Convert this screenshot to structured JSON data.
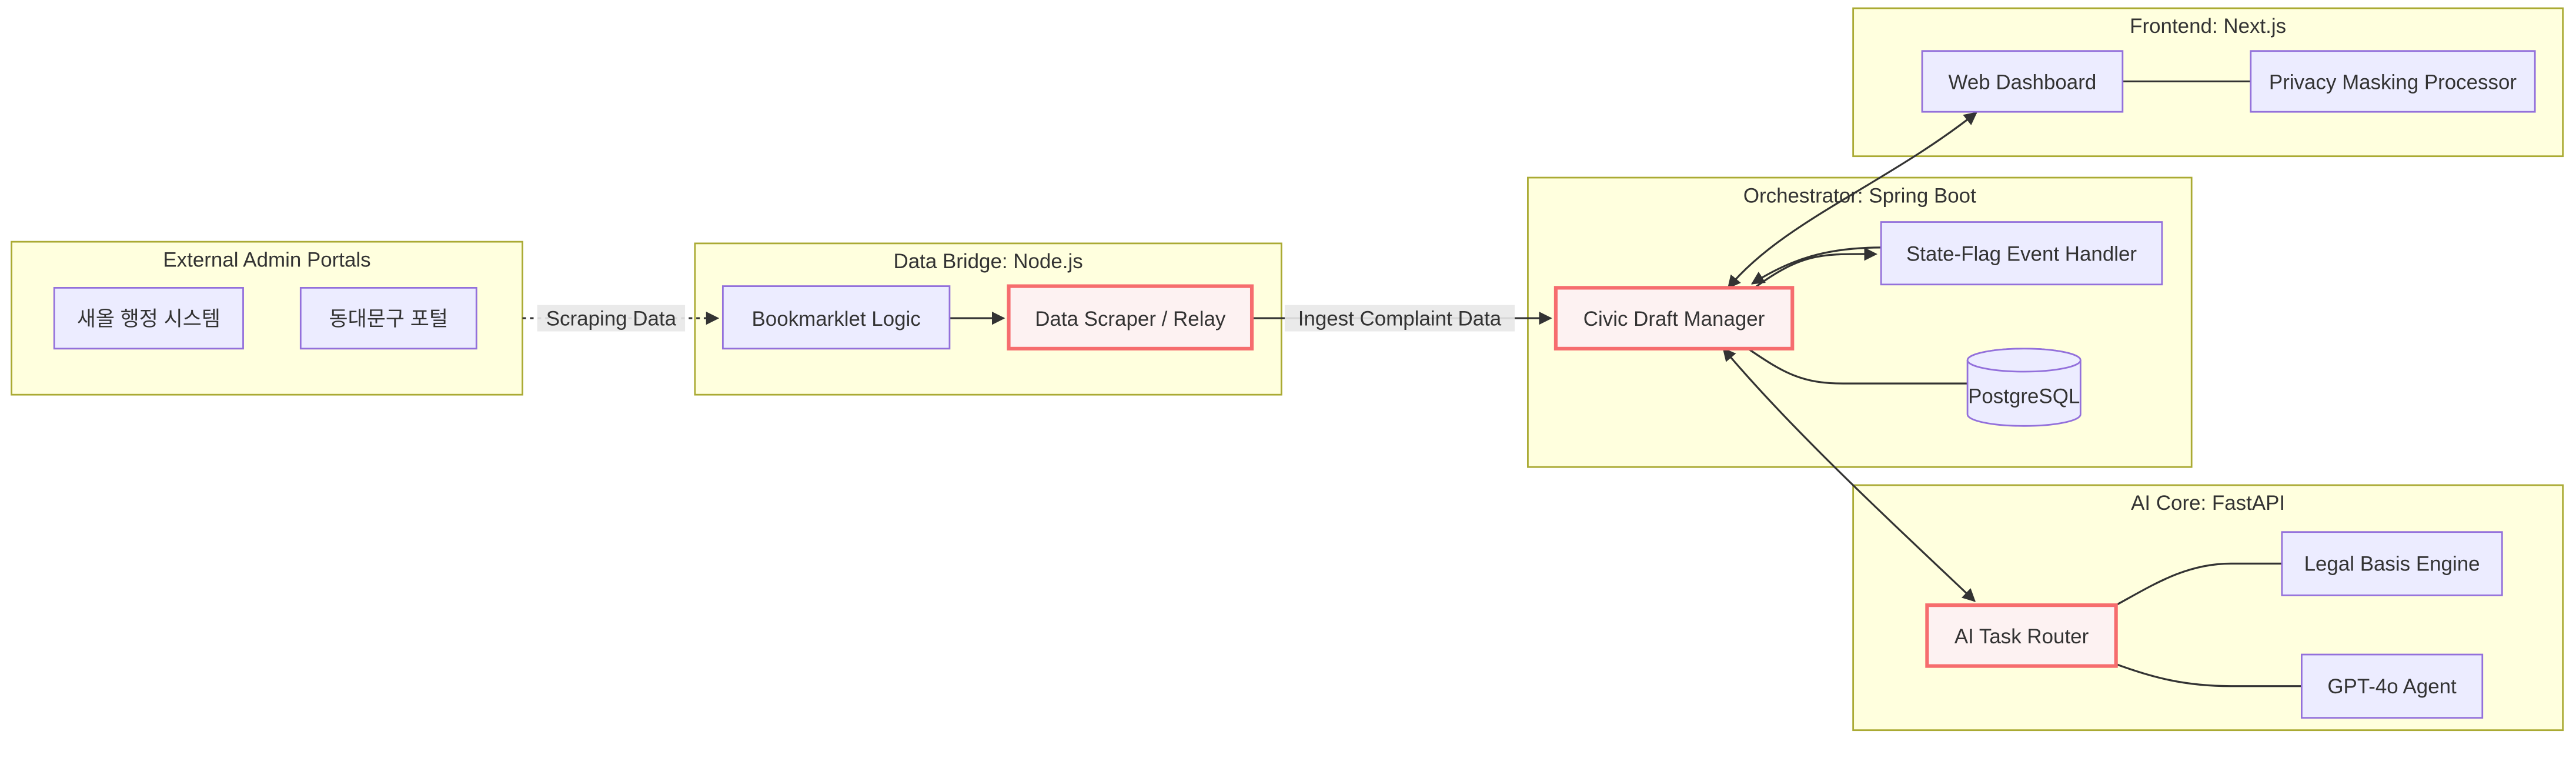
{
  "diagram": {
    "type": "flowchart",
    "clusters": [
      {
        "id": "external-admin-portals",
        "label": "External Admin Portals"
      },
      {
        "id": "data-bridge",
        "label": "Data Bridge: Node.js"
      },
      {
        "id": "orchestrator",
        "label": "Orchestrator: Spring Boot"
      },
      {
        "id": "frontend",
        "label": "Frontend: Next.js"
      },
      {
        "id": "ai-core",
        "label": "AI Core: FastAPI"
      }
    ],
    "nodes": [
      {
        "id": "saeol-admin-system",
        "label": "새올 행정 시스템",
        "shape": "rect",
        "style": "default",
        "cluster": "external-admin-portals"
      },
      {
        "id": "dongdaemun-portal",
        "label": "동대문구 포털",
        "shape": "rect",
        "style": "default",
        "cluster": "external-admin-portals"
      },
      {
        "id": "bookmarklet-logic",
        "label": "Bookmarklet Logic",
        "shape": "rect",
        "style": "default",
        "cluster": "data-bridge"
      },
      {
        "id": "data-scraper-relay",
        "label": "Data Scraper / Relay",
        "shape": "rect",
        "style": "highlight",
        "cluster": "data-bridge"
      },
      {
        "id": "civic-draft-manager",
        "label": "Civic Draft Manager",
        "shape": "rect",
        "style": "highlight",
        "cluster": "orchestrator"
      },
      {
        "id": "state-flag-event-handler",
        "label": "State-Flag Event Handler",
        "shape": "rect",
        "style": "default",
        "cluster": "orchestrator"
      },
      {
        "id": "postgresql",
        "label": "PostgreSQL",
        "shape": "cylinder",
        "style": "default",
        "cluster": "orchestrator"
      },
      {
        "id": "web-dashboard",
        "label": "Web Dashboard",
        "shape": "rect",
        "style": "default",
        "cluster": "frontend"
      },
      {
        "id": "privacy-masking-processor",
        "label": "Privacy Masking Processor",
        "shape": "rect",
        "style": "default",
        "cluster": "frontend"
      },
      {
        "id": "ai-task-router",
        "label": "AI Task Router",
        "shape": "rect",
        "style": "highlight",
        "cluster": "ai-core"
      },
      {
        "id": "legal-basis-engine",
        "label": "Legal Basis Engine",
        "shape": "rect",
        "style": "default",
        "cluster": "ai-core"
      },
      {
        "id": "gpt-4o-agent",
        "label": "GPT-4o Agent",
        "shape": "rect",
        "style": "default",
        "cluster": "ai-core"
      }
    ],
    "edges": [
      {
        "id": "portals-to-bookmarklet",
        "from": "external-admin-portals",
        "to": "bookmarklet-logic",
        "style": "dotted",
        "arrow": "end",
        "label": "Scraping Data"
      },
      {
        "id": "bookmarklet-to-scraper",
        "from": "bookmarklet-logic",
        "to": "data-scraper-relay",
        "style": "solid",
        "arrow": "end",
        "label": ""
      },
      {
        "id": "scraper-to-civic",
        "from": "data-scraper-relay",
        "to": "civic-draft-manager",
        "style": "solid",
        "arrow": "end",
        "label": "Ingest Complaint Data"
      },
      {
        "id": "civic-webdashboard",
        "from": "civic-draft-manager",
        "to": "web-dashboard",
        "style": "solid",
        "arrow": "both",
        "label": ""
      },
      {
        "id": "civic-to-stateflag",
        "from": "civic-draft-manager",
        "to": "state-flag-event-handler",
        "style": "solid",
        "arrow": "end",
        "label": ""
      },
      {
        "id": "stateflag-to-civic",
        "from": "state-flag-event-handler",
        "to": "civic-draft-manager",
        "style": "solid",
        "arrow": "end",
        "label": ""
      },
      {
        "id": "civic-postgresql",
        "from": "civic-draft-manager",
        "to": "postgresql",
        "style": "solid",
        "arrow": "none",
        "label": ""
      },
      {
        "id": "civic-aitaskrouter",
        "from": "civic-draft-manager",
        "to": "ai-task-router",
        "style": "solid",
        "arrow": "both",
        "label": ""
      },
      {
        "id": "router-legalbasis",
        "from": "ai-task-router",
        "to": "legal-basis-engine",
        "style": "solid",
        "arrow": "none",
        "label": ""
      },
      {
        "id": "router-gpt4o",
        "from": "ai-task-router",
        "to": "gpt-4o-agent",
        "style": "solid",
        "arrow": "none",
        "label": ""
      },
      {
        "id": "webdashboard-privacy",
        "from": "web-dashboard",
        "to": "privacy-masking-processor",
        "style": "solid",
        "arrow": "none",
        "label": ""
      }
    ],
    "colors": {
      "cluster_fill": "#ffffde",
      "cluster_border": "#aaaa33",
      "node_fill": "#ececff",
      "node_border": "#9370db",
      "hl_fill": "#fdf2f2",
      "hl_border": "#f66d6e",
      "edge": "#333333",
      "label_bg": "#e8e8e8",
      "text": "#333333"
    }
  }
}
